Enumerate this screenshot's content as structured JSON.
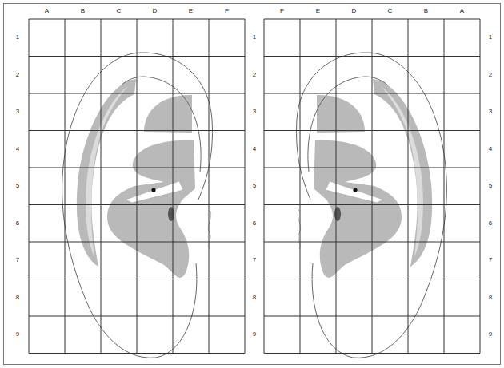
{
  "diagram": {
    "labels": [
      "A",
      "B",
      "C",
      "D",
      "E",
      "F",
      "F",
      "E",
      "D",
      "C",
      "B",
      "A",
      "1",
      "2",
      "3",
      "4",
      "5",
      "6",
      "7",
      "8",
      "9",
      "1",
      "2",
      "3",
      "4",
      "5",
      "6",
      "7",
      "8",
      "9",
      "1",
      "2",
      "3",
      "4",
      "5",
      "6",
      "7",
      "8",
      "9"
    ]
  }
}
